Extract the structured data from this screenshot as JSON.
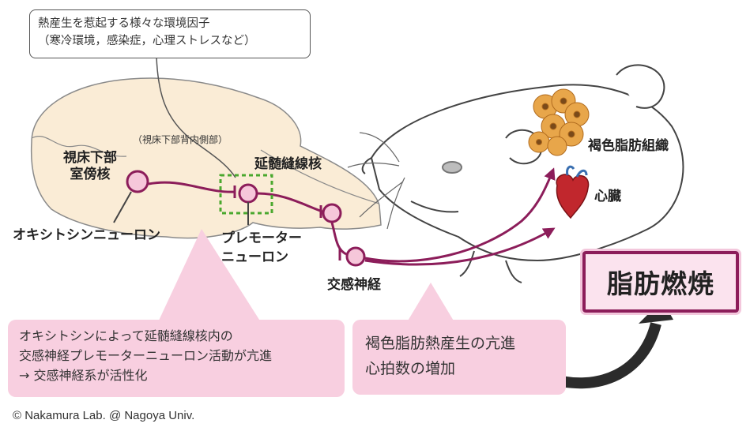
{
  "env_box": {
    "line1": "熱産生を惹起する様々な環境因子",
    "line2": "（寒冷環境，感染症，心理ストレスなど）"
  },
  "labels": {
    "pvn_line1": "視床下部",
    "pvn_line2": "室傍核",
    "dmh": "（視床下部背内側部）",
    "rmr": "延髄縫線核",
    "oxytocin_neuron": "オキシトシンニューロン",
    "premotor_line1": "プレモーター",
    "premotor_line2": "ニューロン",
    "sympathetic": "交感神経",
    "bat": "褐色脂肪組織",
    "heart": "心臓"
  },
  "callout_left": {
    "line1": "オキシトシンによって延髄縫線核内の",
    "line2": "交感神経プレモーターニューロン活動が亢進",
    "line3": "→ 交感神経系が活性化"
  },
  "callout_right": {
    "line1": "褐色脂肪熱産生の亢進",
    "line2": "心拍数の増加"
  },
  "result": {
    "label": "脂肪燃焼"
  },
  "credit": "© Nakamura Lab. @ Nagoya Univ.",
  "colors": {
    "neuron": "#8c1d5a",
    "neuron_fill": "#f6c7da",
    "callout": "#f8cfe0",
    "highlight": "#4aa82e",
    "brain": "#faecd6",
    "bat": "#e8a64a",
    "heart": "#c1272d"
  }
}
